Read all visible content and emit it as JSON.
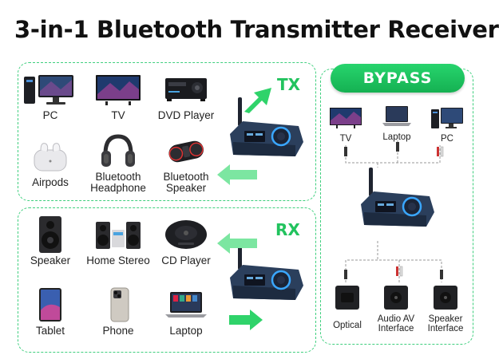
{
  "title": "3-in-1 Bluetooth Transmitter Receiver",
  "modes": {
    "tx": "TX",
    "rx": "RX",
    "bypass": "BYPASS"
  },
  "tx_items": [
    {
      "label": "PC",
      "icon": "pc-icon"
    },
    {
      "label": "TV",
      "icon": "tv-icon"
    },
    {
      "label": "DVD Player",
      "icon": "dvd-player-icon"
    },
    {
      "label": "Airpods",
      "icon": "airpods-icon"
    },
    {
      "label": "Bluetooth\nHeadphone",
      "icon": "headphone-icon"
    },
    {
      "label": "Bluetooth\nSpeaker",
      "icon": "bluetooth-speaker-icon"
    }
  ],
  "rx_items": [
    {
      "label": "Speaker",
      "icon": "speaker-icon"
    },
    {
      "label": "Home Stereo",
      "icon": "home-stereo-icon"
    },
    {
      "label": "CD Player",
      "icon": "cd-player-icon"
    },
    {
      "label": "Tablet",
      "icon": "tablet-icon"
    },
    {
      "label": "Phone",
      "icon": "phone-icon"
    },
    {
      "label": "Laptop",
      "icon": "laptop-icon"
    }
  ],
  "bypass_inputs": [
    {
      "label": "TV",
      "icon": "tv-icon"
    },
    {
      "label": "Laptop",
      "icon": "laptop-icon"
    },
    {
      "label": "PC",
      "icon": "pc-icon"
    }
  ],
  "bypass_outputs": [
    {
      "label": "Optical",
      "icon": "optical-port-icon"
    },
    {
      "label": "Audio AV\nInterface",
      "icon": "av-port-icon"
    },
    {
      "label": "Speaker\nInterface",
      "icon": "speaker-port-icon"
    }
  ],
  "colors": {
    "accent": "#22c35e",
    "border": "#3fcf7e",
    "device": "#2b3f5c"
  }
}
